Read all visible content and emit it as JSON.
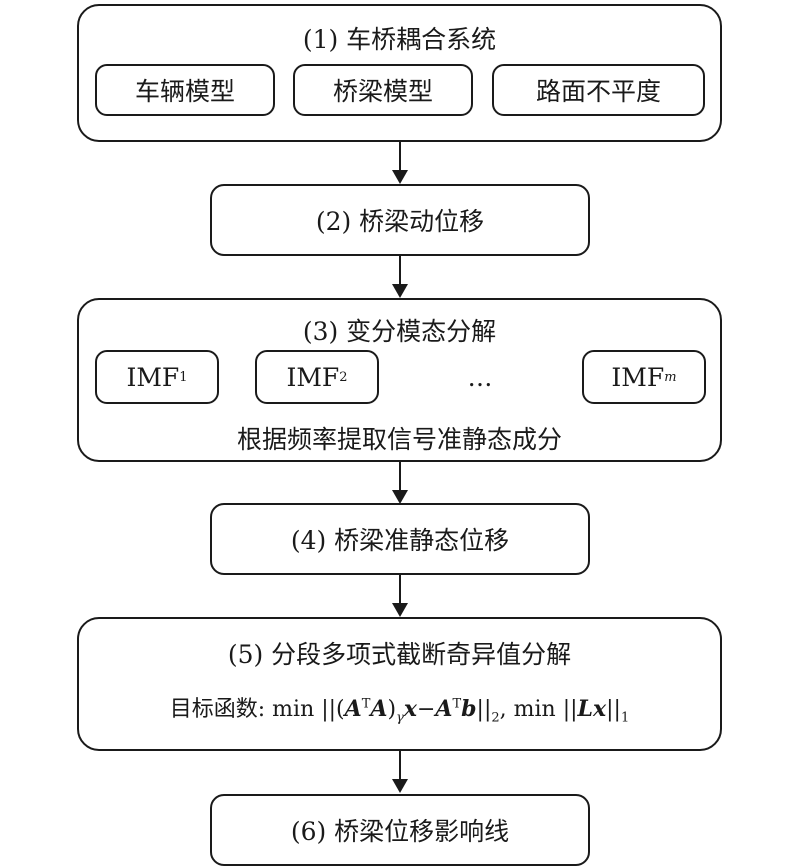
{
  "step1": {
    "title": "(1) 车桥耦合系统",
    "items": [
      "车辆模型",
      "桥梁模型",
      "路面不平度"
    ]
  },
  "step2": {
    "title": "(2) 桥梁动位移"
  },
  "step3": {
    "title": "(3) 变分模态分解",
    "imf": [
      {
        "base": "IMF",
        "sub": "1"
      },
      {
        "base": "IMF",
        "sub": "2"
      },
      {
        "base": "IMF",
        "sub": "m"
      }
    ],
    "ellipsis": "…",
    "note": "根据频率提取信号准静态成分"
  },
  "step4": {
    "title": "(4) 桥梁准静态位移"
  },
  "step5": {
    "title": "(5) 分段多项式截断奇异值分解",
    "formula_prefix": "目标函数: min ||(",
    "formula_gamma": "γ",
    "formula_mid": "−",
    "formula_sub2": "2",
    "formula_sep": ", min ||",
    "formula_sub1": "1"
  },
  "step6": {
    "title": "(6) 桥梁位移影响线"
  }
}
